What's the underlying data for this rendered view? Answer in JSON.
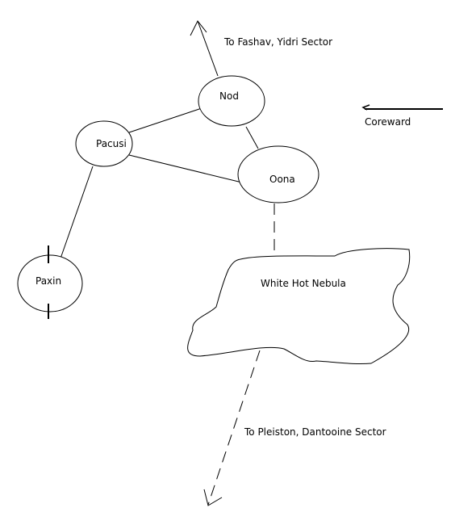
{
  "nodes": {
    "nod": "Nod",
    "pacusi": "Pacusi",
    "oona": "Oona",
    "paxin": "Paxin",
    "nebula": "White Hot Nebula"
  },
  "labels": {
    "to_fashav": "To Fashav, Yidri Sector",
    "coreward": "Coreward",
    "to_pleiston": "To Pleiston, Dantooine Sector"
  },
  "colors": {
    "stroke": "#000000",
    "background": "#ffffff"
  }
}
